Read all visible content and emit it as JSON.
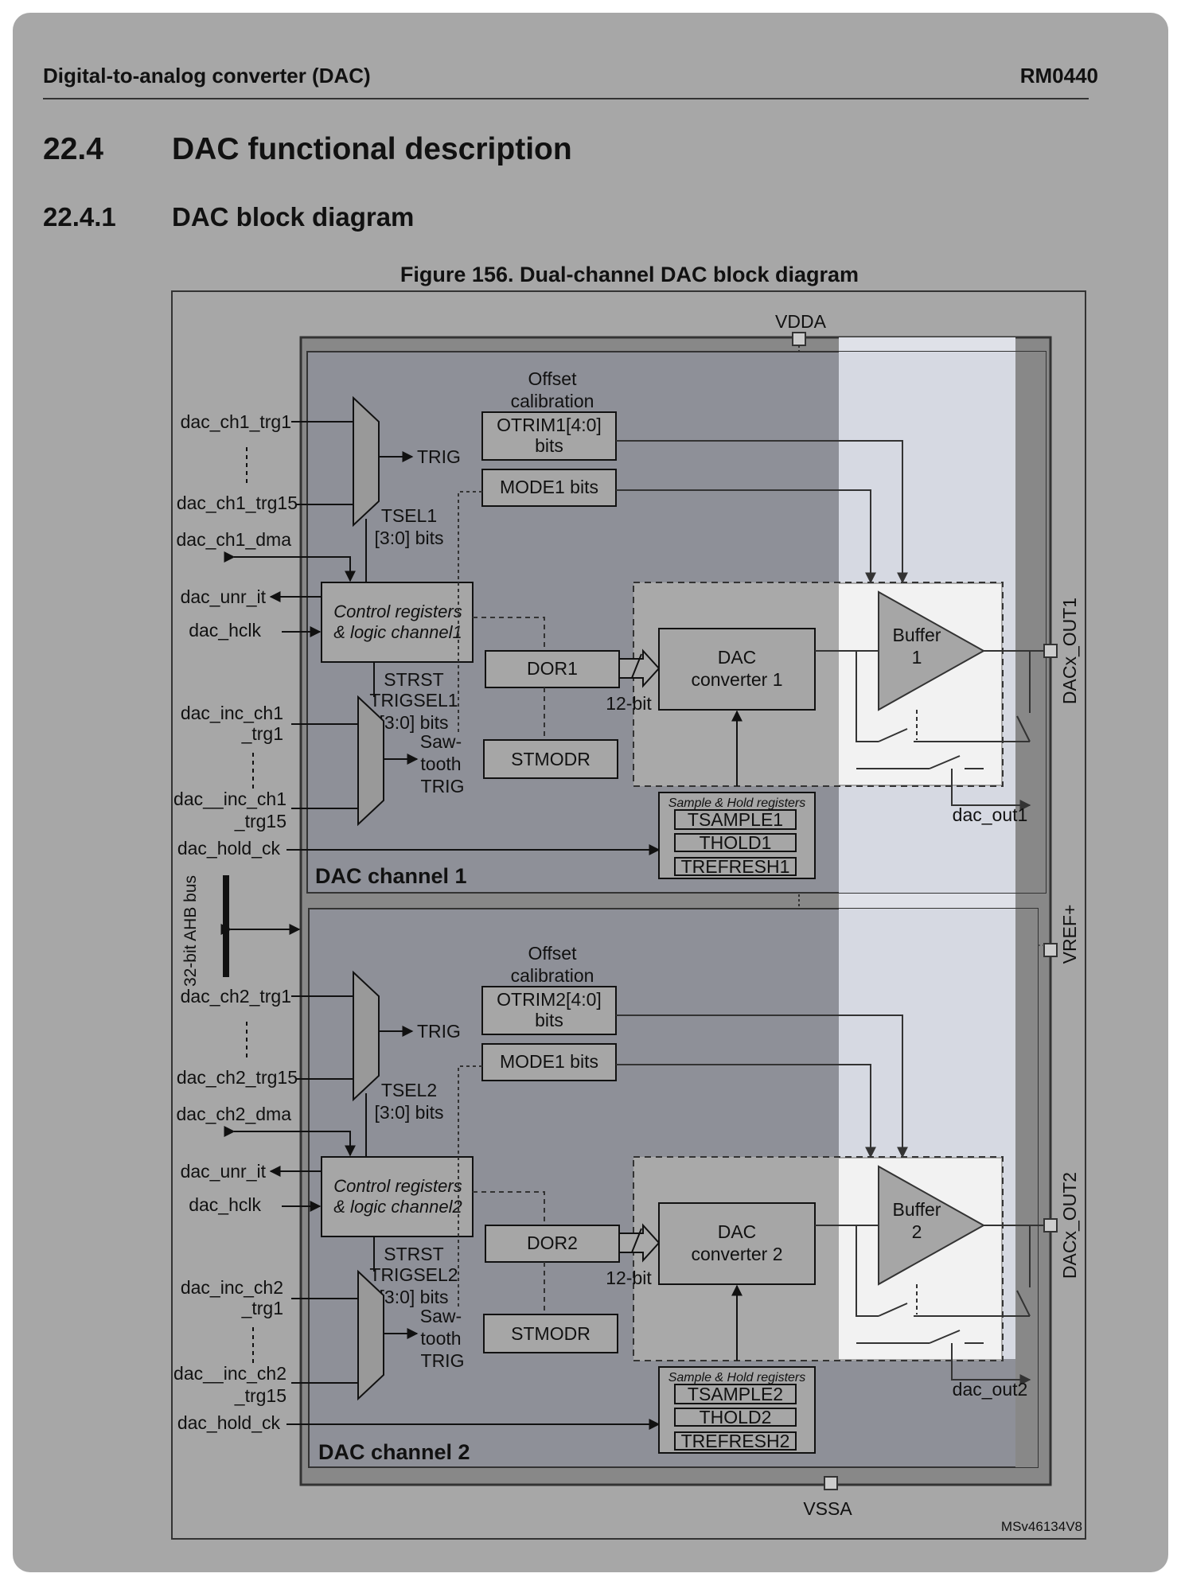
{
  "header": {
    "section_name": "Digital-to-analog converter (DAC)",
    "doc_id": "RM0440"
  },
  "section": {
    "number": "22.4",
    "title": "DAC functional description"
  },
  "subsection": {
    "number": "22.4.1",
    "title": "DAC block diagram"
  },
  "figure": {
    "caption": "Figure 156. Dual-channel DAC block diagram",
    "id_code": "MSv46134V8",
    "supply": {
      "vdda": "VDDA",
      "vssa": "VSSA",
      "vref": "VREF+"
    },
    "bus_label": "32-bit AHB bus",
    "channels": [
      {
        "title": "DAC channel 1",
        "trg_first": "dac_ch1_trg1",
        "trg_last": "dac_ch1_trg15",
        "dma": "dac_ch1_dma",
        "unr_it": "dac_unr_it",
        "hclk": "dac_hclk",
        "inc_first_a": "dac_inc_ch1",
        "inc_first_b": "_trg1",
        "inc_last_a": "dac__inc_ch1",
        "inc_last_b": "_trg15",
        "hold_ck": "dac_hold_ck",
        "trig": "TRIG",
        "tsel_a": "TSEL1",
        "tsel_b": "[3:0] bits",
        "offset_a": "Offset",
        "offset_b": "calibration",
        "otrim_a": "OTRIM1[4:0]",
        "otrim_b": "bits",
        "mode": "MODE1 bits",
        "control_a": "Control registers",
        "control_b": "& logic channel1",
        "strst_a": "STRST",
        "strst_b": "TRIGSEL1",
        "strst_c": "[3:0] bits",
        "saw_a": "Saw-",
        "saw_b": "tooth",
        "saw_c": "TRIG",
        "dor": "DOR1",
        "stmodr": "STMODR",
        "bits12": "12-bit",
        "dac_a": "DAC",
        "dac_b": "converter 1",
        "buffer_a": "Buffer",
        "buffer_b": "1",
        "sh_title": "Sample & Hold registers",
        "tsample": "TSAMPLE1",
        "thold": "THOLD1",
        "trefresh": "TREFRESH1",
        "dac_out": "dac_out1",
        "pin": "DACx_OUT1"
      },
      {
        "title": "DAC channel 2",
        "trg_first": "dac_ch2_trg1",
        "trg_last": "dac_ch2_trg15",
        "dma": "dac_ch2_dma",
        "unr_it": "dac_unr_it",
        "hclk": "dac_hclk",
        "inc_first_a": "dac_inc_ch2",
        "inc_first_b": "_trg1",
        "inc_last_a": "dac__inc_ch2",
        "inc_last_b": "_trg15",
        "hold_ck": "dac_hold_ck",
        "trig": "TRIG",
        "tsel_a": "TSEL2",
        "tsel_b": "[3:0] bits",
        "offset_a": "Offset",
        "offset_b": "calibration",
        "otrim_a": "OTRIM2[4:0]",
        "otrim_b": "bits",
        "mode": "MODE1 bits",
        "control_a": "Control registers",
        "control_b": "& logic channel2",
        "strst_a": "STRST",
        "strst_b": "TRIGSEL2",
        "strst_c": "[3:0] bits",
        "saw_a": "Saw-",
        "saw_b": "tooth",
        "saw_c": "TRIG",
        "dor": "DOR2",
        "stmodr": "STMODR",
        "bits12": "12-bit",
        "dac_a": "DAC",
        "dac_b": "converter 2",
        "buffer_a": "Buffer",
        "buffer_b": "2",
        "sh_title": "Sample & Hold registers",
        "tsample": "TSAMPLE2",
        "thold": "THOLD2",
        "trefresh": "TREFRESH2",
        "dac_out": "dac_out2",
        "pin": "DACx_OUT2"
      }
    ]
  }
}
